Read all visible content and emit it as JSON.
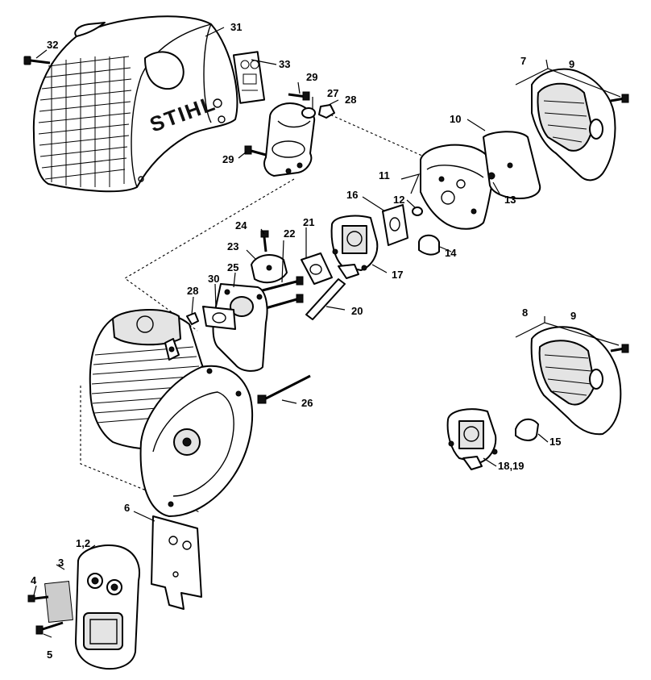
{
  "diagram": {
    "brand": "STIHL",
    "callouts": {
      "c31": "31",
      "c32": "32",
      "c33": "33",
      "c29a": "29",
      "c29b": "29",
      "c27": "27",
      "c28a": "28",
      "c28b": "28",
      "c7": "7",
      "c9a": "9",
      "c9b": "9",
      "c10": "10",
      "c11": "11",
      "c12": "12",
      "c13": "13",
      "c16": "16",
      "c21": "21",
      "c14": "14",
      "c17": "17",
      "c24": "24",
      "c22": "22",
      "c23": "23",
      "c25": "25",
      "c30": "30",
      "c20": "20",
      "c8": "8",
      "c26": "26",
      "c15": "15",
      "c18_19": "18,19",
      "c6": "6",
      "c1_2": "1,2",
      "c3": "3",
      "c4": "4",
      "c5": "5"
    }
  }
}
